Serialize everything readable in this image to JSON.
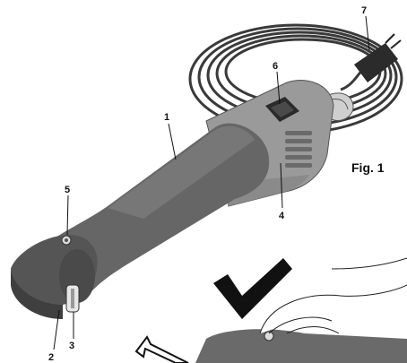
{
  "figure": {
    "label": "Fig. 1",
    "callouts": {
      "c1": "1",
      "c2": "2",
      "c3": "3",
      "c4": "4",
      "c5": "5",
      "c6": "6",
      "c7": "7"
    }
  },
  "icons": {
    "checkmark": "checkmark-icon",
    "arrow": "direction-arrow-icon"
  },
  "colors": {
    "body_dark": "#555555",
    "body_mid": "#6b6b6b",
    "motor_light": "#9a9a9a",
    "cord": "#3a3a3a",
    "check": "#111111"
  }
}
